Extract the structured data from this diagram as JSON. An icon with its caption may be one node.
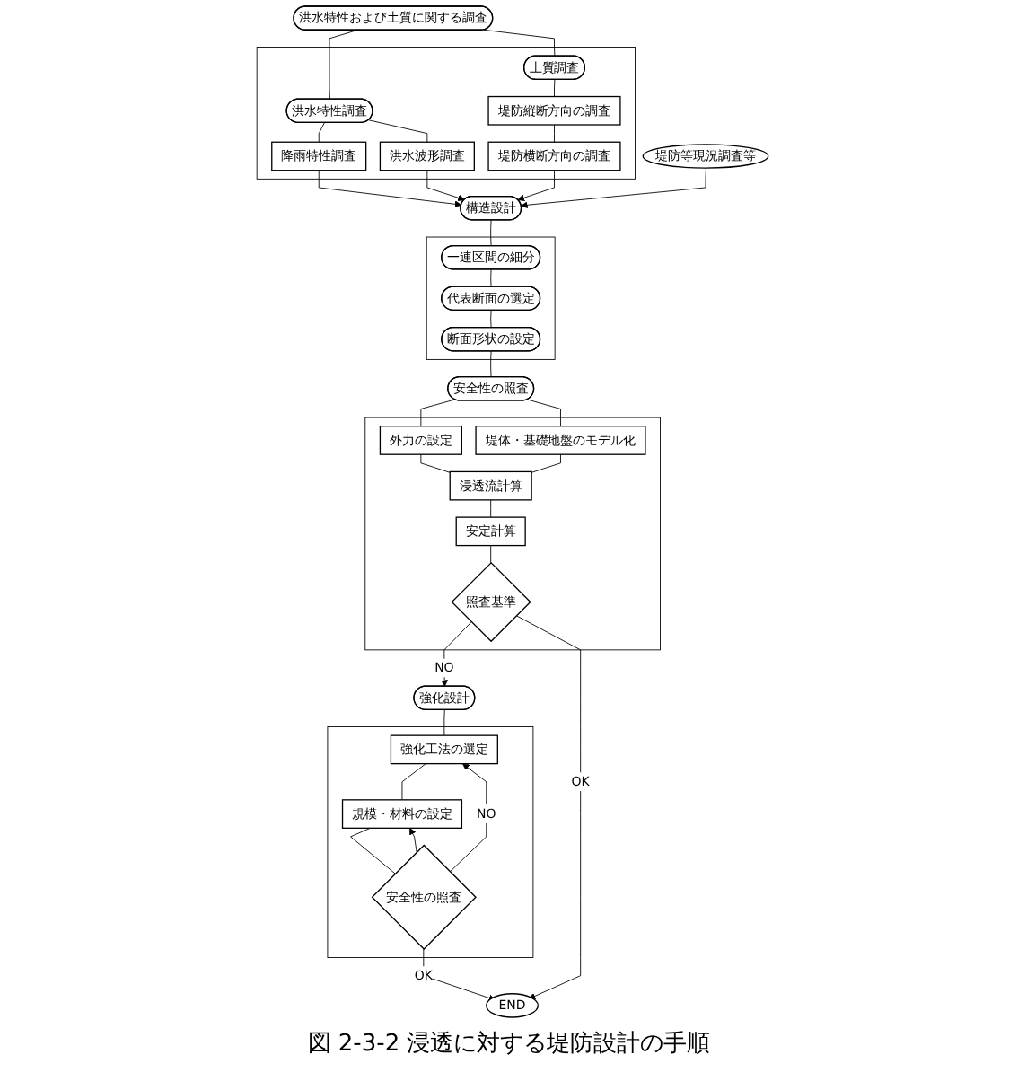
{
  "diagram": {
    "caption": "図 2-3-2 浸透に対する堤防設計の手順",
    "nodes": [
      {
        "text": [
          "洪水特性および土質に関する調査"
        ]
      },
      {
        "text": [],
        "shape": "box"
      },
      {
        "text": [
          "洪水特性調査"
        ],
        "in": 1
      },
      {
        "text": [
          "土質調査"
        ],
        "in": 1
      },
      {
        "text": [
          "降雨特性調査"
        ],
        "in": 1
      },
      {
        "text": [
          "洪水波形調査"
        ],
        "in": 1
      },
      {
        "text": [
          "堤防縦断方向の調査"
        ],
        "in": 1
      },
      {
        "text": [
          "堤防横断方向の調査"
        ],
        "in": 1
      },
      {
        "text": [
          "堤防等現況調査等"
        ]
      },
      {
        "text": [
          "構造設計"
        ]
      },
      {
        "text": [],
        "shape": "box"
      },
      {
        "text": [
          "一連区間の細分"
        ],
        "in": 10
      },
      {
        "text": [
          "代表断面の選定"
        ],
        "in": 10
      },
      {
        "text": [
          "断面形状の設定"
        ],
        "in": 10
      },
      {
        "text": [
          "安全性の照査"
        ]
      },
      {
        "text": [],
        "shape": "box"
      },
      {
        "text": [
          "外力の設定"
        ],
        "in": 15
      },
      {
        "text": [
          "堤体・基礎地盤のモデル化"
        ],
        "in": 15
      },
      {
        "text": [
          "浸透流計算"
        ],
        "in": 15
      },
      {
        "text": [
          "安定計算"
        ],
        "in": 15
      },
      {
        "text": [
          "照査基準"
        ],
        "in": 15
      },
      {
        "text": [
          "強化設計"
        ]
      },
      {
        "text": [],
        "shape": "box"
      },
      {
        "text": [
          "強化工法の選定"
        ],
        "in": 22
      },
      {
        "text": [
          "規模・材料の設定"
        ],
        "in": 22
      },
      {
        "text": [
          "安全性の照査"
        ],
        "in": 22
      },
      {
        "text": [
          "END"
        ]
      }
    ],
    "edges": [
      {
        "from": 0,
        "to": 2,
        "arrow": "none"
      },
      {
        "from": 0,
        "to": 3,
        "arrow": "none"
      },
      {
        "from": 2,
        "to": 4,
        "arrow": "none"
      },
      {
        "from": 2,
        "to": 5,
        "arrow": "none"
      },
      {
        "from": 3,
        "to": 6,
        "arrow": "none"
      },
      {
        "from": 6,
        "to": 7,
        "arrow": "none"
      },
      {
        "from": 4,
        "to": 9,
        "arrow": "to"
      },
      {
        "from": 5,
        "to": 9,
        "arrow": "to"
      },
      {
        "from": 7,
        "to": 9,
        "arrow": "to"
      },
      {
        "from": 8,
        "to": 9,
        "arrow": "to"
      },
      {
        "from": 9,
        "to": 11,
        "arrow": "none"
      },
      {
        "from": 11,
        "to": 12,
        "arrow": "none"
      },
      {
        "from": 12,
        "to": 13,
        "arrow": "none"
      },
      {
        "from": 13,
        "to": 14,
        "arrow": "none"
      },
      {
        "from": 14,
        "to": 16,
        "arrow": "none"
      },
      {
        "from": 14,
        "to": 17,
        "arrow": "none"
      },
      {
        "from": 16,
        "to": 18,
        "arrow": "none"
      },
      {
        "from": 17,
        "to": 18,
        "arrow": "none"
      },
      {
        "from": 18,
        "to": 19,
        "arrow": "none"
      },
      {
        "from": 19,
        "to": 20,
        "arrow": "none"
      },
      {
        "from": 20,
        "to": 21,
        "label": "NO",
        "arrow": "to"
      },
      {
        "from": 20,
        "to": 26,
        "label": "OK",
        "arrow": "to"
      },
      {
        "from": 21,
        "to": 23,
        "arrow": "none"
      },
      {
        "from": 23,
        "to": 24,
        "arrow": "none"
      },
      {
        "from": 24,
        "to": 25,
        "arrow": "none"
      },
      {
        "from": 25,
        "to": 23,
        "label": "NO",
        "arrow": "to"
      },
      {
        "from": 25,
        "to": 24,
        "arrow": "to"
      },
      {
        "from": 25,
        "to": 26,
        "label": "OK",
        "arrow": "to"
      }
    ]
  }
}
